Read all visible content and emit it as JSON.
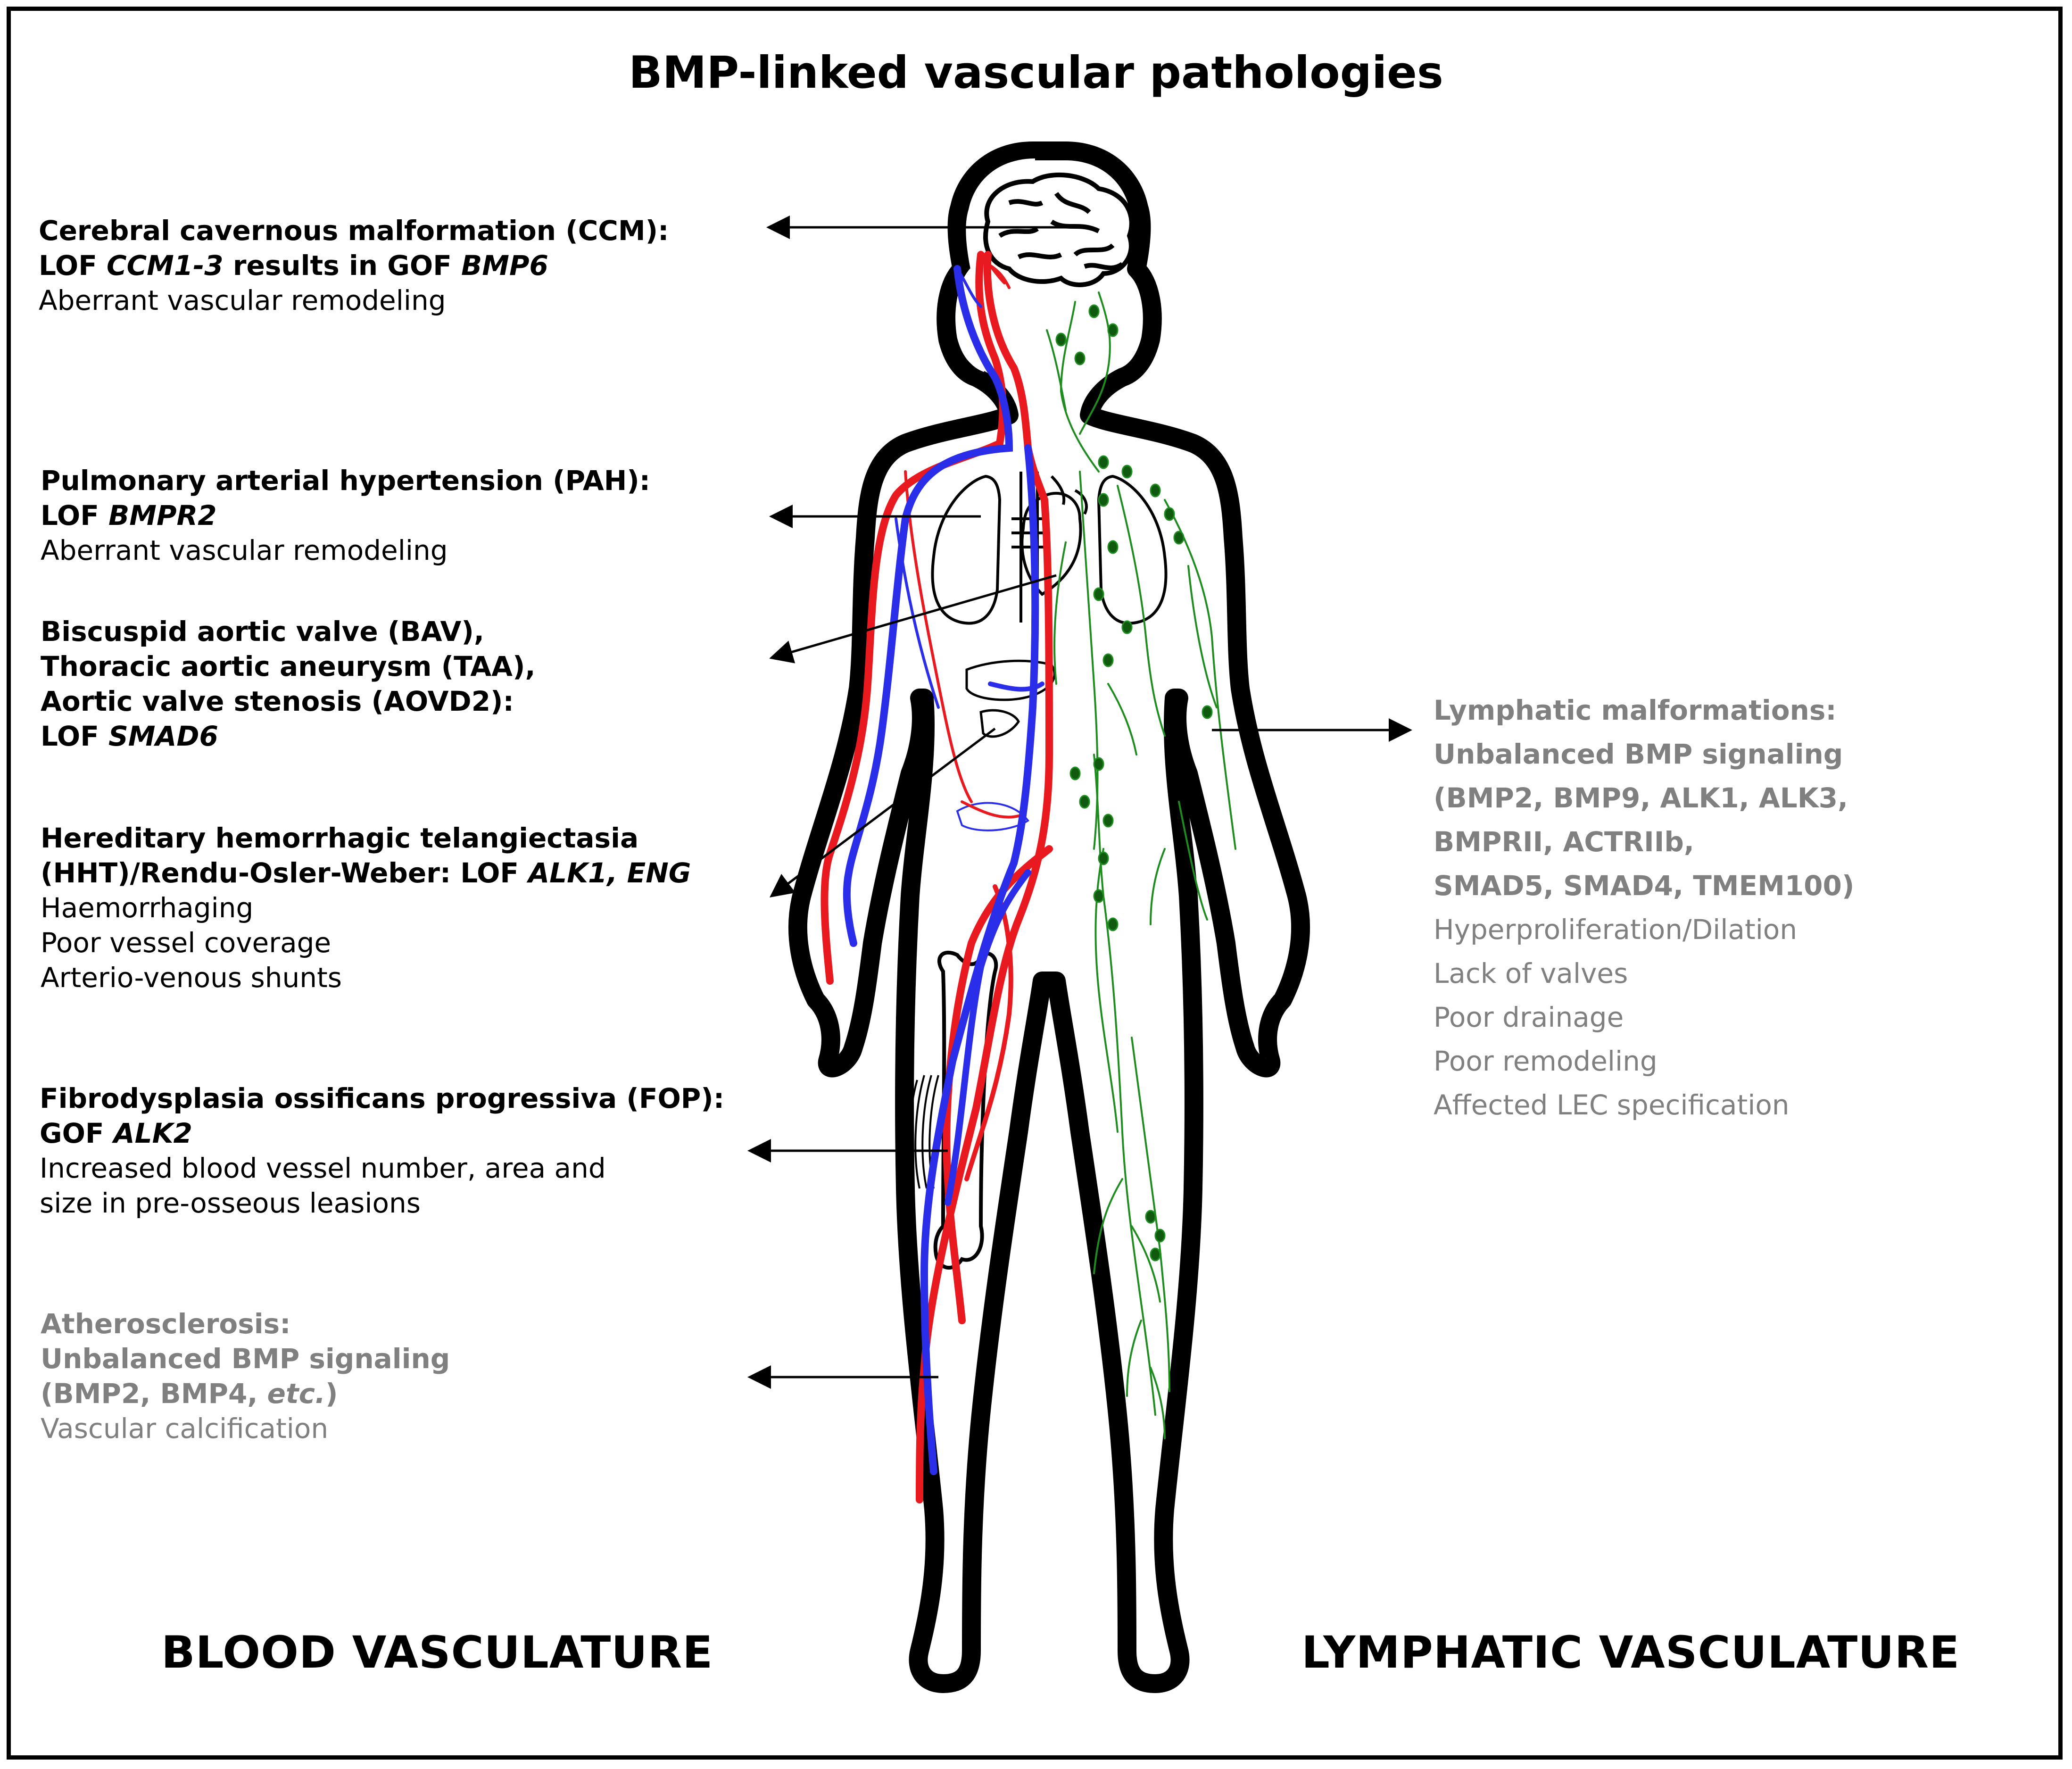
{
  "title": "BMP-linked vascular pathologies",
  "left_blocks": [
    {
      "id": "ccm",
      "head1": "Cerebral cavernous malformation (CCM):",
      "head2_pre": "LOF ",
      "head2_gene": "CCM1-3",
      "head2_mid": " results in GOF ",
      "head2_gene2": "BMP6",
      "detail": [
        "Aberrant vascular remodeling"
      ]
    },
    {
      "id": "pah",
      "head1": "Pulmonary arterial hypertension (PAH):",
      "head2_pre": "LOF ",
      "head2_gene": "BMPR2",
      "detail": [
        "Aberrant vascular remodeling"
      ]
    },
    {
      "id": "bav",
      "head_lines": [
        "Biscuspid aortic valve (BAV),",
        "Thoracic aortic aneurysm (TAA),",
        "Aortic valve stenosis (AOVD2):"
      ],
      "head_last_pre": "LOF ",
      "head_last_gene": "SMAD6",
      "detail": []
    },
    {
      "id": "hht",
      "head1": "Hereditary hemorrhagic telangiectasia",
      "head2_pre": "(HHT)/Rendu-Osler-Weber: LOF ",
      "head2_gene": "ALK1, ENG",
      "detail": [
        "Haemorrhaging",
        "Poor vessel coverage",
        "Arterio-venous shunts"
      ]
    },
    {
      "id": "fop",
      "head1": "Fibrodysplasia ossificans progressiva (FOP):",
      "head2_pre": "GOF ",
      "head2_gene": "ALK2",
      "detail": [
        "Increased blood vessel number, area and",
        "size in pre-osseous leasions"
      ]
    },
    {
      "id": "athero",
      "head1": "Atherosclerosis:",
      "head2": "Unbalanced BMP signaling",
      "head3_pre": "(BMP2, BMP4, ",
      "head3_it": "etc.",
      "head3_post": ")",
      "detail": [
        "Vascular calcification"
      ]
    }
  ],
  "right_block": {
    "head_lines": [
      "Lymphatic malformations:",
      "Unbalanced BMP signaling",
      "(BMP2, BMP9, ALK1, ALK3,",
      "BMPRII, ACTRIIb,",
      "SMAD5, SMAD4, TMEM100)"
    ],
    "detail": [
      "Hyperproliferation/Dilation",
      "Lack of valves",
      "Poor drainage",
      "Poor remodeling",
      "Affected LEC specification"
    ]
  },
  "footer": {
    "left": "BLOOD VASCULATURE",
    "right": "LYMPHATIC VASCULATURE"
  },
  "colors": {
    "artery": "#e8191f",
    "vein": "#2b2ee8",
    "lymph": "#1e8c1e",
    "lymph_node": "#0f5a0f",
    "gray_text": "#808080"
  }
}
